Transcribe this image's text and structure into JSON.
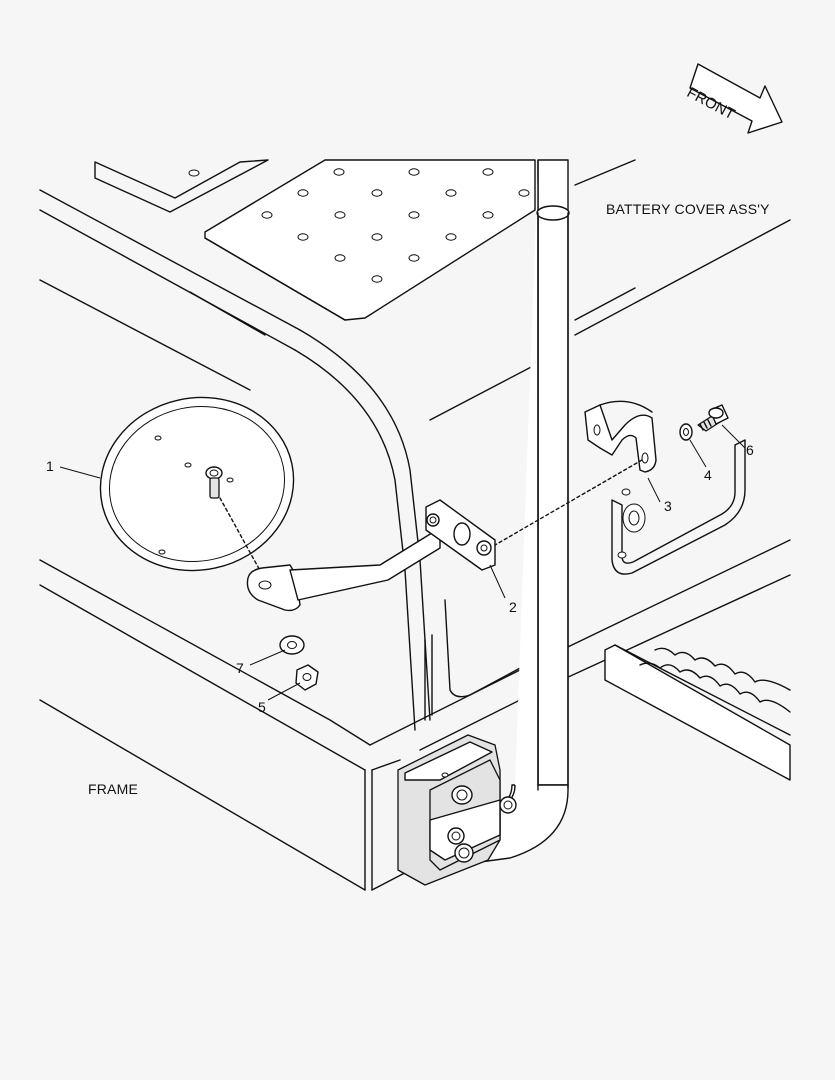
{
  "labels": {
    "battery_cover": "BATTERY COVER ASS'Y",
    "frame": "FRAME",
    "front": "FRONT"
  },
  "callouts": {
    "p1": "1",
    "p2": "2",
    "p3": "3",
    "p4": "4",
    "p5": "5",
    "p6": "6",
    "p7": "7"
  },
  "colors": {
    "line": "#111111",
    "background": "#f6f6f6"
  }
}
